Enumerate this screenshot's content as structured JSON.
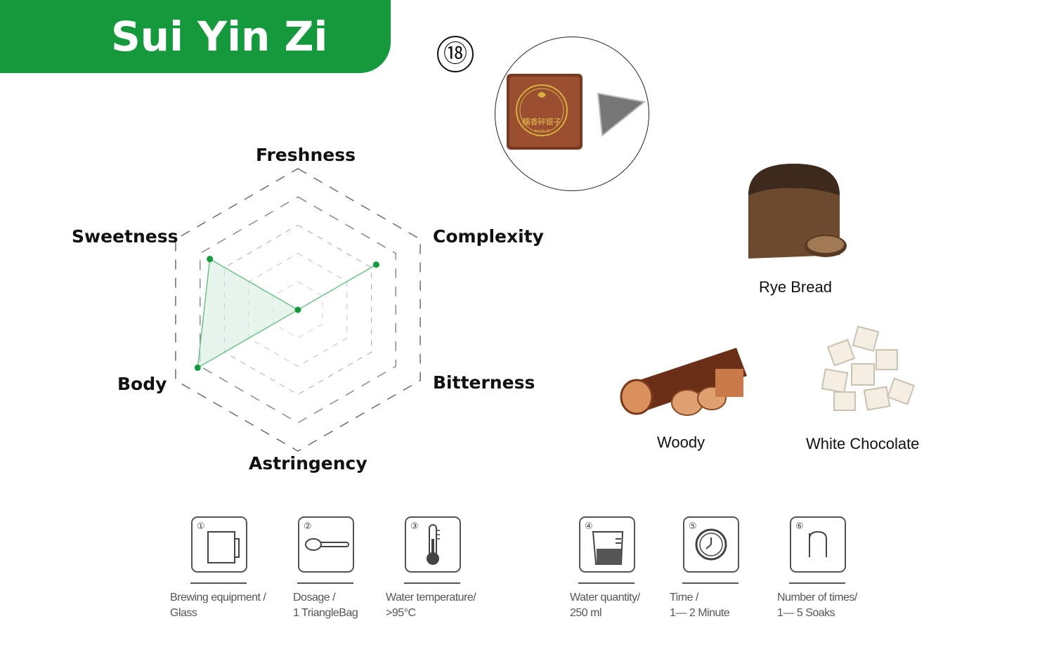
{
  "title": "Sui Yin Zi",
  "number_badge": "⑱",
  "product": {
    "package_text": "糯香碎银子",
    "package_subtext": "Sui Yin Zi"
  },
  "colors": {
    "brand": "#14993c",
    "radar_fill": "#d9efdf",
    "radar_line": "#6cc487"
  },
  "chart_data": {
    "type": "radar",
    "axes": [
      "Freshness",
      "Complexity",
      "Bitterness",
      "Astringency",
      "Body",
      "Sweetness"
    ],
    "values": [
      0,
      3.2,
      0,
      0,
      4.1,
      3.6
    ],
    "range": [
      0,
      5
    ],
    "rings": 5
  },
  "flavors": [
    {
      "name": "Rye Bread",
      "icon": "rye-bread"
    },
    {
      "name": "Woody",
      "icon": "wood-log"
    },
    {
      "name": "White Chocolate",
      "icon": "white-chocolate"
    }
  ],
  "brewing": [
    {
      "num": "①",
      "icon": "glass-cup",
      "line1": "Brewing equipment /",
      "line2": "Glass"
    },
    {
      "num": "②",
      "icon": "spoon",
      "line1": "Dosage /",
      "line2": "1 TriangleBag"
    },
    {
      "num": "③",
      "icon": "thermometer",
      "line1": "Water temperature/",
      "line2": ">95°C"
    },
    {
      "num": "④",
      "icon": "measuring-cup",
      "line1": "Water quantity/",
      "line2": "250 ml"
    },
    {
      "num": "⑤",
      "icon": "clock",
      "line1": "Time /",
      "line2": "1— 2 Minute"
    },
    {
      "num": "⑥",
      "icon": "infusion-count",
      "line1": "Number of times/",
      "line2": "1— 5 Soaks"
    }
  ]
}
